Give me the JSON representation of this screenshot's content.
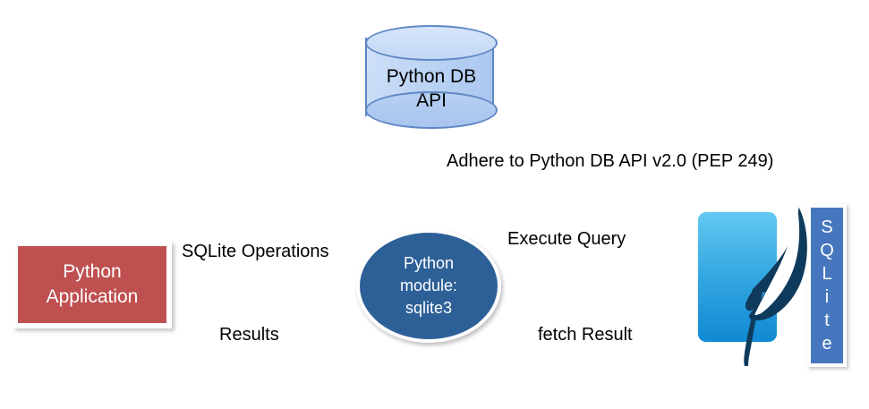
{
  "diagram": {
    "title": "Python sqlite3 architecture diagram",
    "nodes": {
      "db_api_cylinder": {
        "label": "Python DB\nAPI",
        "shape": "cylinder",
        "fill_color": "#bcd4f4",
        "stroke_color": "#5f87c4",
        "text_color": "#000000"
      },
      "python_application": {
        "label": "Python\nApplication",
        "shape": "rectangle",
        "fill_color": "#bf5050",
        "text_color": "#ffffff"
      },
      "python_module": {
        "label": "Python\nmodule:\nsqlite3",
        "shape": "ellipse",
        "fill_color": "#2e6098",
        "text_color": "#ffffff"
      },
      "sqlite_logo": {
        "label": "SQLite",
        "letters": [
          "S",
          "Q",
          "L",
          "i",
          "t",
          "e"
        ],
        "bar_color": "#4677be",
        "rect_gradient_top": "#62c8f0",
        "rect_gradient_bottom": "#1189d3",
        "feather_color": "#0e3a5c",
        "text_color": "#ffffff"
      }
    },
    "edges": [
      {
        "id": "adhere",
        "label": "Adhere to Python DB API v2.0 (PEP 249)",
        "from": "python_module",
        "to": "db_api_cylinder",
        "direction": "up",
        "arrowheads": 1,
        "color": "#bf4a48"
      },
      {
        "id": "sqlite-operations",
        "label": "SQLite Operations",
        "from": "python_application",
        "to": "python_module",
        "direction": "right",
        "arrowheads": 1,
        "color": "#bf4a48"
      },
      {
        "id": "results",
        "label": "Results",
        "from": "python_module",
        "to": "python_application",
        "direction": "both",
        "arrowheads": 2,
        "color": "#bf4a48"
      },
      {
        "id": "execute-query",
        "label": "Execute Query",
        "from": "python_module",
        "to": "sqlite_logo",
        "direction": "right",
        "arrowheads": 1,
        "color": "#bf4a48"
      },
      {
        "id": "fetch-result",
        "label": "fetch Result",
        "from": "python_module",
        "to": "sqlite_logo",
        "direction": "right",
        "arrowheads": 1,
        "color": "#bf4a48"
      }
    ]
  }
}
